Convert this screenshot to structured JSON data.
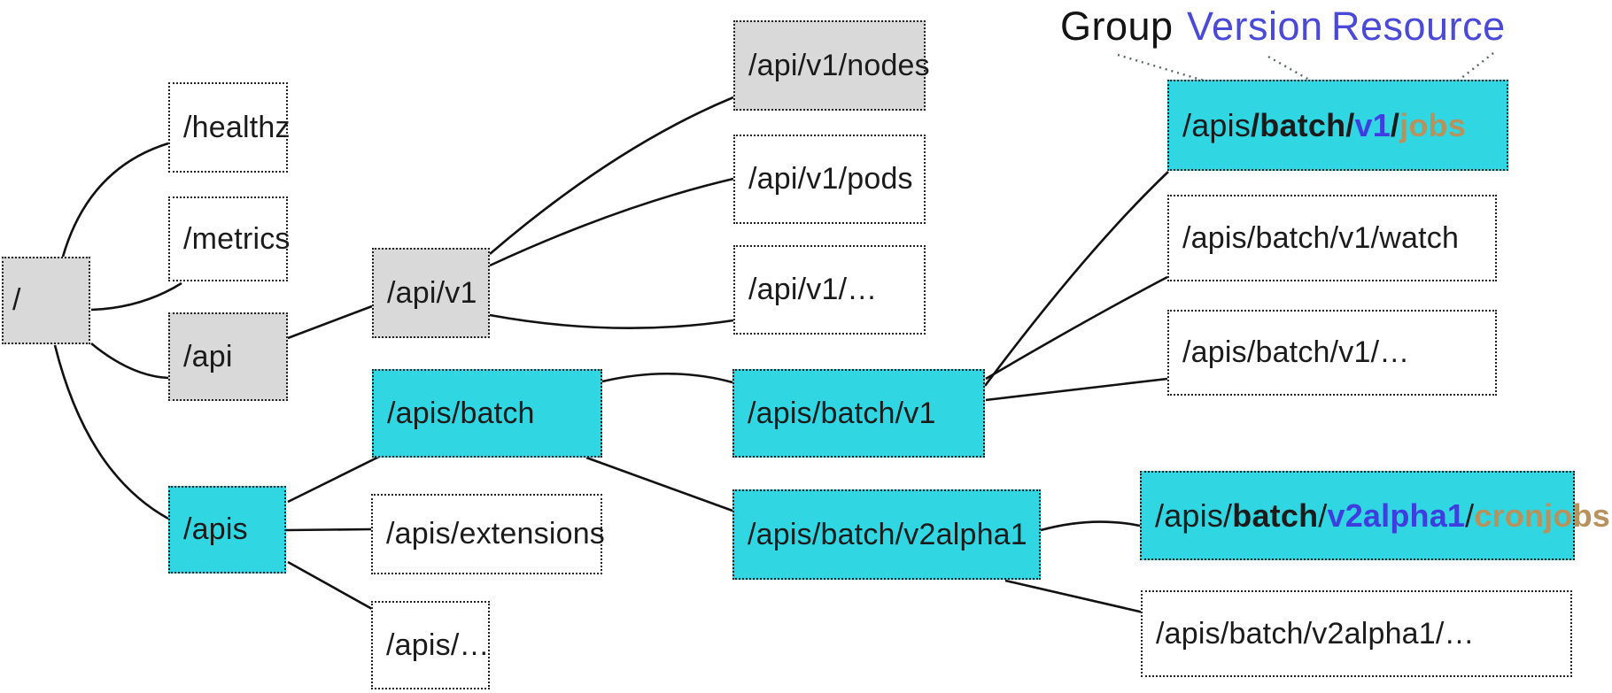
{
  "palette": {
    "node_cyan": "#30d6e2",
    "node_gray": "#d9d9d9",
    "node_white": "#ffffff",
    "connector_line": "#111111",
    "version_blue": "#3d3de0",
    "resource_tan": "#b7925c",
    "legend_blue": "#4a49d8",
    "legend_black": "#141414"
  },
  "legend": {
    "group": "Group",
    "version": "Version",
    "resource": "Resource"
  },
  "nodes": {
    "root": "/",
    "healthz": "/healthz",
    "metrics": "/metrics",
    "api": "/api",
    "apis": "/apis",
    "api_v1": "/api/v1",
    "apis_batch": "/apis/batch",
    "apis_extensions": "/apis/extensions",
    "apis_more": "/apis/…",
    "api_v1_nodes": "/api/v1/nodes",
    "api_v1_pods": "/api/v1/pods",
    "api_v1_more": "/api/v1/…",
    "apis_batch_v1": "/apis/batch/v1",
    "apis_batch_v2alpha1": "/apis/batch/v2alpha1",
    "apis_batch_v1_watch": "/apis/batch/v1/watch",
    "apis_batch_v1_more": "/apis/batch/v1/…",
    "apis_batch_v2alpha1_more": "/apis/batch/v2alpha1/…",
    "jobs": {
      "p1": "/apis",
      "p2": "/batch/",
      "p3": "v1",
      "p4": "/",
      "p5": "jobs"
    },
    "cronjobs": {
      "p1": "/apis/",
      "p2": "batch",
      "p3": "/",
      "p4": "v2alpha1",
      "p5": "/",
      "p6": "cronjobs"
    }
  }
}
